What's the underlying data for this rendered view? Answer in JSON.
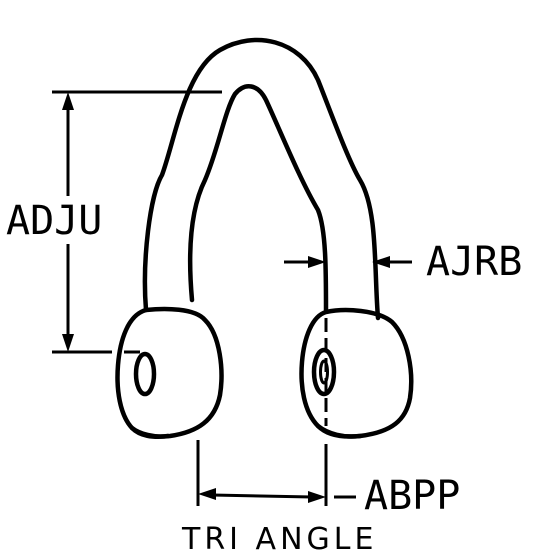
{
  "labels": {
    "adju": "ADJU",
    "ajrb": "AJRB",
    "abpp": "ABPP",
    "caption": "TRI ANGLE"
  },
  "colors": {
    "ink": "#000000",
    "paper": "#ffffff"
  }
}
